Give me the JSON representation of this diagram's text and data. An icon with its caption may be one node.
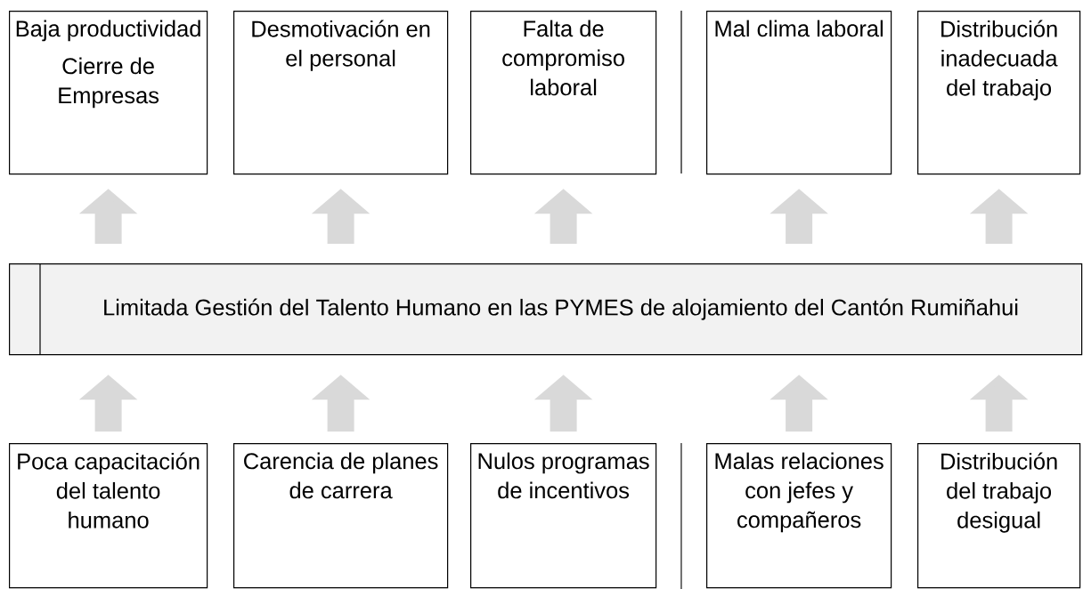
{
  "diagram": {
    "nodes": [
      {
        "text": [
          "Baja productividad",
          "Cierre de Empresas"
        ]
      },
      {
        "text": [
          "Desmotivación en el personal"
        ]
      },
      {
        "text": [
          "Falta de compromiso laboral"
        ]
      },
      {
        "text": [
          "Mal clima laboral"
        ]
      },
      {
        "text": [
          "Distribución inadecuada del trabajo"
        ]
      },
      {
        "text": [
          "Limitada Gestión del Talento Humano en las PYMES de alojamiento del Cantón Rumiñahui"
        ]
      },
      {
        "text": [
          "Poca capacitación del talento humano"
        ]
      },
      {
        "text": [
          "Carencia de planes de carrera"
        ]
      },
      {
        "text": [
          "Nulos programas de incentivos"
        ]
      },
      {
        "text": [
          "Malas relaciones con jefes y compañeros"
        ]
      },
      {
        "text": [
          "Distribución del trabajo desigual"
        ]
      }
    ],
    "edges": [
      {
        "from": 5,
        "to": 0,
        "arrow": "to"
      },
      {
        "from": 5,
        "to": 1,
        "arrow": "to"
      },
      {
        "from": 5,
        "to": 2,
        "arrow": "to"
      },
      {
        "from": 5,
        "to": 3,
        "arrow": "to"
      },
      {
        "from": 5,
        "to": 4,
        "arrow": "to"
      },
      {
        "from": 6,
        "to": 5,
        "arrow": "to"
      },
      {
        "from": 7,
        "to": 5,
        "arrow": "to"
      },
      {
        "from": 8,
        "to": 5,
        "arrow": "to"
      },
      {
        "from": 9,
        "to": 5,
        "arrow": "to"
      },
      {
        "from": 10,
        "to": 5,
        "arrow": "to"
      }
    ]
  }
}
